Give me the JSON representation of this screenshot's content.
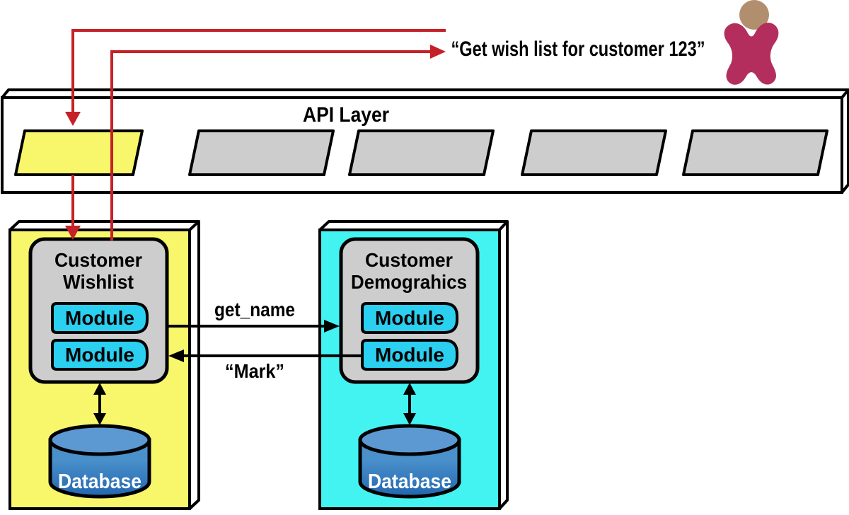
{
  "figure": {
    "user_request_label": "“Get wish list for customer 123”",
    "api_layer": {
      "title": "API Layer"
    },
    "services": [
      {
        "name": "customer-wishlist",
        "title_line1": "Customer",
        "title_line2": "Wishlist",
        "modules": [
          "Module",
          "Module"
        ],
        "database_label": "Database"
      },
      {
        "name": "customer-demographics",
        "title_line1": "Customer",
        "title_line2": "Demograhics",
        "modules": [
          "Module",
          "Module"
        ],
        "database_label": "Database"
      }
    ],
    "interservice_calls": {
      "request_label": "get_name",
      "response_label": "“Mark”"
    },
    "colors": {
      "red": "#C52127",
      "service_yellow": "#F8F76B",
      "service_cyan": "#43F3F2",
      "module_cyan": "#2BCFF0",
      "endpoint_gray": "#CDCDCD",
      "inner_gray": "#CDCDCD",
      "slab_white": "#FFFFFF",
      "db_top_blue": "#5C99D2",
      "db_body_light": "#4A90CB",
      "db_body_dark": "#2267AF",
      "person_body": "#B42E5D",
      "person_head": "#B18F6E",
      "line_black": "#000000"
    }
  }
}
